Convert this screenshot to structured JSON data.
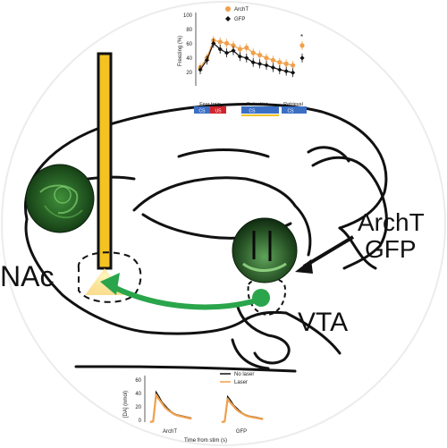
{
  "labels": {
    "nac": "NAc",
    "vta": "VTA",
    "opsin_line1": "ArchT",
    "opsin_line2": "GFP"
  },
  "freezing_chart": {
    "ylabel": "Freezing (%)",
    "yticks": [
      "100",
      "80",
      "60",
      "40",
      "20"
    ],
    "legend": [
      {
        "name": "ArchT",
        "color": "#f0a04b"
      },
      {
        "name": "GFP",
        "color": "#111111"
      }
    ],
    "star": "*",
    "phases": [
      {
        "name": "Fear train",
        "underline_color": "#7f3c8d"
      },
      {
        "name": "Extinction",
        "underline_color": "#f3c322"
      },
      {
        "name": "Retrieval",
        "underline_color": "#7f3c8d"
      }
    ],
    "cs_boxes": [
      {
        "text": "CS",
        "color": "#3b6fc4"
      },
      {
        "text": "US",
        "color": "#d2232a"
      },
      {
        "text": "CS",
        "color": "#3b6fc4"
      },
      {
        "text": "CS",
        "color": "#3b6fc4"
      }
    ]
  },
  "da_chart": {
    "ylabel": "[DA] (nmol)",
    "yticks": [
      "60",
      "40",
      "20",
      "0"
    ],
    "xlabel": "Time from stim (s)",
    "panel_labels": [
      "ArchT",
      "GFP"
    ],
    "legend": [
      {
        "name": "No laser",
        "color": "#111111"
      },
      {
        "name": "Laser",
        "color": "#f0a04b"
      }
    ]
  },
  "chart_data": [
    {
      "type": "line",
      "ylabel": "Freezing (%)",
      "ylim": [
        0,
        100
      ],
      "series": [
        {
          "name": "ArchT",
          "values": [
            25,
            38,
            62,
            60,
            58,
            55,
            50,
            52,
            45,
            42,
            38,
            35,
            32,
            30,
            28,
            55
          ]
        },
        {
          "name": "GFP",
          "values": [
            22,
            35,
            58,
            50,
            45,
            48,
            40,
            38,
            32,
            30,
            28,
            25,
            22,
            20,
            18,
            38
          ]
        }
      ]
    },
    {
      "type": "line",
      "ylabel": "[DA] (nmol)",
      "xlabel": "Time from stim (s)",
      "ylim": [
        0,
        60
      ],
      "panels": [
        "ArchT",
        "GFP"
      ],
      "series": [
        {
          "name": "No laser",
          "values": [
            0,
            2,
            45,
            38,
            30,
            25,
            20,
            16,
            13,
            11,
            10,
            9,
            8,
            7,
            6
          ]
        },
        {
          "name": "Laser",
          "values": [
            0,
            1,
            40,
            34,
            28,
            22,
            18,
            15,
            12,
            10,
            9,
            8,
            7,
            6,
            5
          ]
        }
      ]
    }
  ]
}
